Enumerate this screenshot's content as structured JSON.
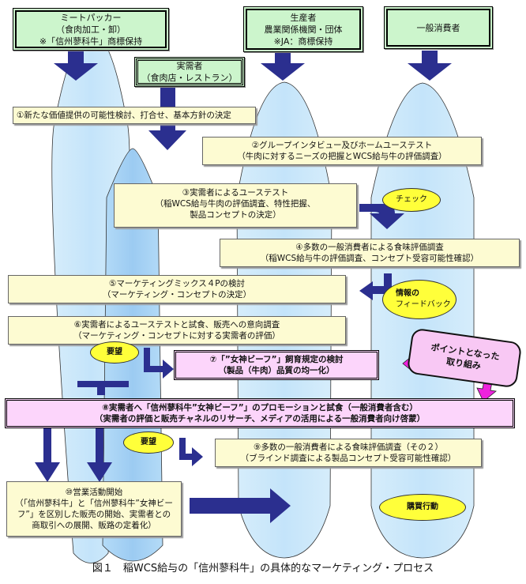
{
  "colors": {
    "actor_fill": "#ccf5cc",
    "step_fill": "#fdfbd2",
    "highlight_fill": "#fcd5fb",
    "column_fill": "#cbe7fa",
    "column_dark_fill": "#a8d3f5",
    "arrow": "#2b2f8f",
    "magenta_arrow": "#ee22dd",
    "oval_fill": "#ffff3a"
  },
  "actors": {
    "meat_packer": {
      "lines": [
        "ミートパッカー",
        "（食肉加工・卸）",
        "※「信州蓼科牛」商標保持"
      ]
    },
    "restaurant": {
      "lines": [
        "実需者",
        "（食肉店・レストラン）"
      ]
    },
    "producer": {
      "lines": [
        "生産者",
        "農業関係機関・団体",
        "※JA：商標保持"
      ]
    },
    "consumer": {
      "lines": [
        "一般消費者"
      ]
    }
  },
  "steps": [
    {
      "id": "1",
      "lines": [
        "①新たな価値提供の可能性検討、打合せ、基本方針の決定"
      ]
    },
    {
      "id": "2",
      "lines": [
        "②グループインタビュー及びホームユーステスト",
        "（牛肉に対するニーズの把握とWCS給与牛の評価調査）"
      ]
    },
    {
      "id": "3",
      "lines": [
        "③実需者によるユーステスト",
        "（稲WCS給与牛肉の評価調査、特性把握、",
        "製品コンセプトの決定）"
      ]
    },
    {
      "id": "4",
      "lines": [
        "④多数の一般消費者による食味評価調査",
        "（稲WCS給与牛の評価調査、コンセプト受容可能性確認）"
      ]
    },
    {
      "id": "5",
      "lines": [
        "⑤マーケティングミックス４Pの検討",
        "（マーケティング・コンセプトの決定）"
      ]
    },
    {
      "id": "6",
      "lines": [
        "⑥実需者によるユーステストと試食、販売への意向調査",
        "（マーケティング・コンセプトに対する実需者の評価）"
      ]
    },
    {
      "id": "7",
      "lines": [
        "⑦「”女神ビーフ”」飼育規定の検討",
        "（製品（牛肉）品質の均一化）"
      ]
    },
    {
      "id": "8",
      "lines": [
        "⑧実需者へ「信州蓼科牛”女神ビーフ”」のプロモーションと試食（一般消費者含む）",
        "（実需者の評価と販売チャネルのリサーチ、メディアの活用による一般消費者向け啓蒙）"
      ]
    },
    {
      "id": "9",
      "lines": [
        "⑨多数の一般消費者による食味評価調査（その２）",
        "（ブラインド調査による製品コンセプト受容可能性確認）"
      ]
    },
    {
      "id": "10",
      "lines": [
        "⑩営業活動開始",
        "（「信州蓼科牛」と「信州蓼科牛”女神ビー",
        "フ”」を区別した販売の開始、実需者との",
        "商取引への展開、販路の定着化）"
      ]
    }
  ],
  "ovals": {
    "check": {
      "lines": [
        "チェック"
      ]
    },
    "feedback": {
      "lines": [
        "情報の",
        "フィードバック"
      ]
    },
    "request_1": {
      "lines": [
        "要望"
      ]
    },
    "request_2": {
      "lines": [
        "要望"
      ]
    },
    "purchase": {
      "lines": [
        "購買行動"
      ]
    }
  },
  "callout": {
    "lines": [
      "ポイントとなった",
      "取り組み"
    ]
  },
  "caption": "図１　稲WCS給与の「信州蓼科牛」の具体的なマーケティング・プロセス"
}
